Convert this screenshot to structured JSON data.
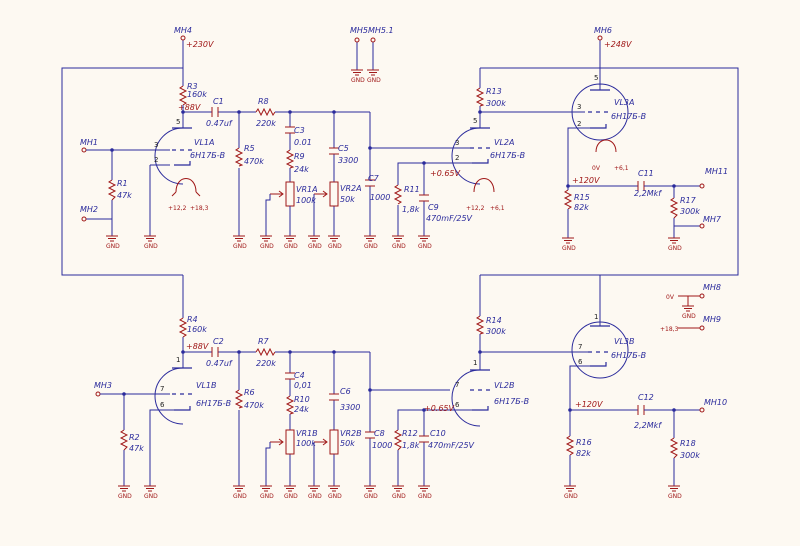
{
  "labels": {
    "MH4": "MH4",
    "v230": "+230V",
    "MH5": "MH5",
    "MH51": "MH5.1",
    "MH6": "MH6",
    "v248": "+248V",
    "MH1": "MH1",
    "MH2": "MH2",
    "MH3": "MH3",
    "MH7": "MH7",
    "MH8": "MH8",
    "MH9": "MH9",
    "MH10": "MH10",
    "MH11": "MH11",
    "R3": "R3",
    "R3v": "160k",
    "R4": "R4",
    "R4v": "160k",
    "R1": "R1",
    "R1v": "47k",
    "R2": "R2",
    "R2v": "47k",
    "R5": "R5",
    "R5v": "470k",
    "R6": "R6",
    "R6v": "470k",
    "R7": "R7",
    "R7v": "220k",
    "R8": "R8",
    "R8v": "220k",
    "R9": "R9",
    "R9v": "24k",
    "R10": "R10",
    "R10v": "24k",
    "R11": "R11",
    "R11v": "1,8k",
    "R12": "R12",
    "R12v": "1,8k",
    "R13": "R13",
    "R13v": "300k",
    "R14": "R14",
    "R14v": "300k",
    "R15": "R15",
    "R15v": "82k",
    "R16": "R16",
    "R16v": "82k",
    "R17": "R17",
    "R17v": "300k",
    "R18": "R18",
    "R18v": "300k",
    "C1": "C1",
    "C1v": "0.47uf",
    "C2": "C2",
    "C2v": "0.47uf",
    "C3": "C3",
    "C3v": "0.01",
    "C4": "C4",
    "C4v": "0,01",
    "C5": "C5",
    "C5v": "3300",
    "C6": "C6",
    "C6v": "3300",
    "C7": "C7",
    "C7v": "1000",
    "C8": "C8",
    "C8v": "1000",
    "C9": "C9",
    "C9v": "470mF/25V",
    "C10": "C10",
    "C10v": "470mF/25V",
    "C11": "C11",
    "C11v": "2,2Mkf",
    "C12": "C12",
    "C12v": "2,2Mkf",
    "VR1A": "VR1A",
    "VR1Av": "100k",
    "VR1B": "VR1B",
    "VR1Bv": "100k",
    "VR2A": "VR2A",
    "VR2Av": "50k",
    "VR2B": "VR2B",
    "VR2Bv": "50k",
    "VL1A": "VL1A",
    "VL1B": "VL1B",
    "VL2A": "VL2A",
    "VL2B": "VL2B",
    "VL3A": "VL3A",
    "VL3B": "VL3B",
    "tube": "6Н17Б-В",
    "v88a": "+88V",
    "v88b": "+88V",
    "v065a": "+0.65V",
    "v065b": "+0.65V",
    "v120a": "+120V",
    "v120b": "+120V",
    "v12_2a": "+12,2",
    "v18_3a": "+18,3",
    "v12_2b": "+12,2",
    "v6_1b": "+6,1",
    "v0": "0V",
    "v6_1c": "+6,1",
    "v0r": "0V",
    "v18_3r": "+18,3",
    "gnd": "GND"
  },
  "colors": {
    "wire": "#2b2b9c",
    "component": "#a01818",
    "background": "#fdf9f2"
  }
}
